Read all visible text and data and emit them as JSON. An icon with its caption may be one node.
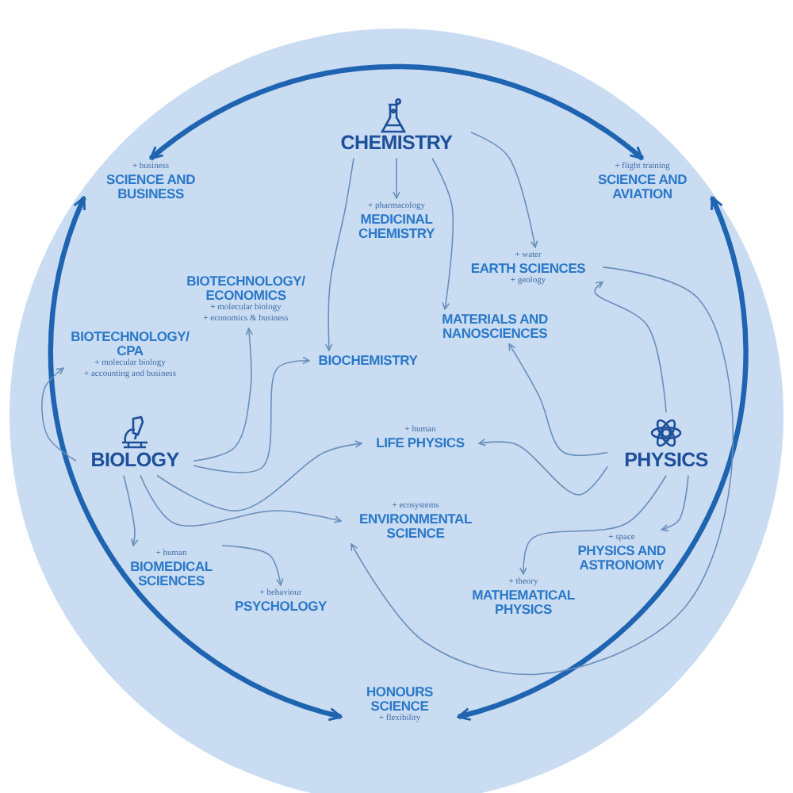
{
  "diagram": {
    "nodes": [
      {
        "text": [
          "+ business",
          "SCIENCE AND BUSINESS"
        ]
      },
      {
        "text": [
          "CHEMISTRY"
        ]
      },
      {
        "text": [
          "+ flight training",
          "SCIENCE AND AVIATION"
        ]
      },
      {
        "text": [
          "+ pharmacology",
          "MEDICINAL CHEMISTRY"
        ]
      },
      {
        "text": [
          "+ water",
          "EARTH SCIENCES",
          "+ geology"
        ]
      },
      {
        "text": [
          "BIOTECHNOLOGY/ ECONOMICS",
          "+ molecular biology",
          "+ economics & business"
        ]
      },
      {
        "text": [
          "MATERIALS AND NANOSCIENCES"
        ]
      },
      {
        "text": [
          "BIOTECHNOLOGY/ CPA",
          "+ molecular biology",
          "+ accounting and business"
        ]
      },
      {
        "text": [
          "BIOCHEMISTRY"
        ]
      },
      {
        "text": [
          "BIOLOGY"
        ]
      },
      {
        "text": [
          "+ human",
          "LIFE PHYSICS"
        ]
      },
      {
        "text": [
          "PHYSICS"
        ]
      },
      {
        "text": [
          "+ ecosystems",
          "ENVIRONMENTAL SCIENCE"
        ]
      },
      {
        "text": [
          "+ human",
          "BIOMEDICAL SCIENCES"
        ]
      },
      {
        "text": [
          "+ space",
          "PHYSICS AND ASTRONOMY"
        ]
      },
      {
        "text": [
          "+ behaviour",
          "PSYCHOLOGY"
        ]
      },
      {
        "text": [
          "+ theory",
          "MATHEMATICAL PHYSICS"
        ]
      },
      {
        "text": [
          "HONOURS SCIENCE",
          "+ flexibility"
        ]
      }
    ],
    "edges": [
      {
        "from": 0,
        "to": 2,
        "arrow": "both",
        "style": "thick",
        "color": "#1f64b0"
      },
      {
        "from": 17,
        "to": 0,
        "arrow": "both",
        "style": "thick",
        "color": "#1f64b0"
      },
      {
        "from": 17,
        "to": 2,
        "arrow": "both",
        "style": "thick",
        "color": "#1f64b0"
      },
      {
        "from": 1,
        "to": 3,
        "arrow": "to"
      },
      {
        "from": 1,
        "to": 8,
        "arrow": "to"
      },
      {
        "from": 1,
        "to": 6,
        "arrow": "to"
      },
      {
        "from": 1,
        "to": 4,
        "arrow": "to"
      },
      {
        "from": 9,
        "to": 7,
        "arrow": "to"
      },
      {
        "from": 9,
        "to": 5,
        "arrow": "to"
      },
      {
        "from": 9,
        "to": 8,
        "arrow": "to"
      },
      {
        "from": 9,
        "to": 10,
        "arrow": "to"
      },
      {
        "from": 9,
        "to": 12,
        "arrow": "to"
      },
      {
        "from": 9,
        "to": 13,
        "arrow": "to"
      },
      {
        "from": 13,
        "to": 15,
        "arrow": "to"
      },
      {
        "from": 11,
        "to": 10,
        "arrow": "to"
      },
      {
        "from": 11,
        "to": 16,
        "arrow": "to"
      },
      {
        "from": 11,
        "to": 14,
        "arrow": "to"
      },
      {
        "from": 11,
        "to": 6,
        "arrow": "to"
      },
      {
        "from": 11,
        "to": 4,
        "arrow": "to"
      },
      {
        "from": 4,
        "to": 12,
        "arrow": "to"
      }
    ]
  }
}
